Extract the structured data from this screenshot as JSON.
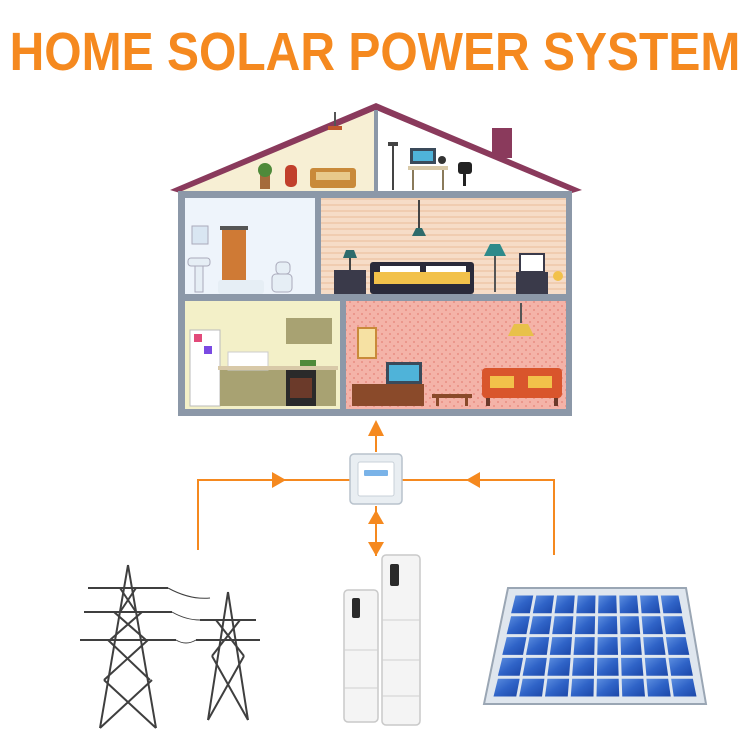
{
  "title": "HOME SOLAR POWER SYSTEM",
  "colors": {
    "title": "#f5891f",
    "flow_line": "#f5891f",
    "roof": "#8a3a5c",
    "house_frame": "#8c98a8"
  },
  "components": [
    {
      "name": "house",
      "icon": "house-cutaway-icon"
    },
    {
      "name": "switch",
      "icon": "power-switch-icon"
    },
    {
      "name": "grid",
      "icon": "transmission-tower-icon"
    },
    {
      "name": "battery",
      "icon": "home-battery-icon"
    },
    {
      "name": "solar",
      "icon": "solar-panel-icon"
    }
  ]
}
